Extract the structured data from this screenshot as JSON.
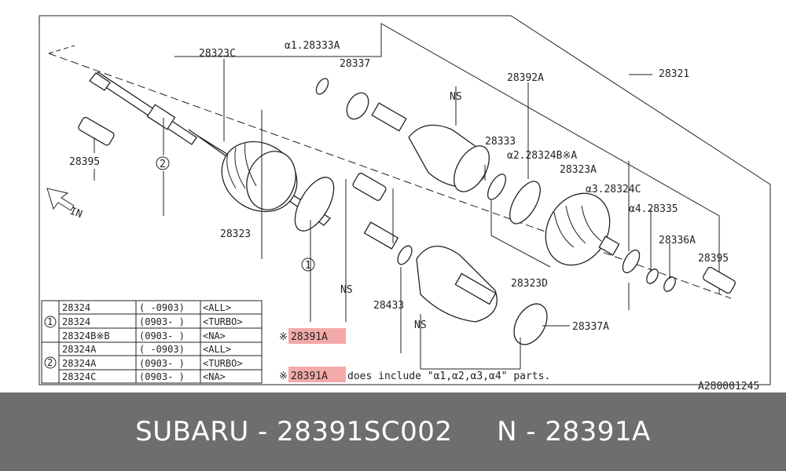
{
  "diagram": {
    "labels": {
      "p28323C": "28323C",
      "a1": "α1.28333A",
      "p28337": "28337",
      "ns1": "NS",
      "p28392A": "28392A",
      "p28321": "28321",
      "p28333": "28333",
      "a2": "α2.28324B※A",
      "p28323A": "28323A",
      "a3": "α3.28324C",
      "a4": "α4.28335",
      "p28336A": "28336A",
      "p28395r": "28395",
      "p28395l": "28395",
      "c2": "2",
      "c1": "1",
      "inArrow": "IN",
      "p28323": "28323",
      "ns2": "NS",
      "p28433": "28433",
      "ns3": "NS",
      "p28323D": "28323D",
      "p28337A": "28337A",
      "ref": "A280001245"
    },
    "note1": {
      "prefix": "※",
      "code": "28391A"
    },
    "note2": {
      "prefix": "※",
      "code": "28391A",
      "text": "does include \"α1,α2,α3,α4\" parts."
    },
    "highlight_color": "#f4a9a9",
    "table": {
      "groups": [
        {
          "marker": "1",
          "rows": [
            [
              "28324",
              "( -0903)",
              "<ALL>"
            ],
            [
              "28324",
              "(0903- )",
              "<TURBO>"
            ],
            [
              "28324B※B",
              "(0903- )",
              "<NA>"
            ]
          ]
        },
        {
          "marker": "2",
          "rows": [
            [
              "28324A",
              "( -0903)",
              "<ALL>"
            ],
            [
              "28324A",
              "(0903- )",
              "<TURBO>"
            ],
            [
              "28324C",
              "(0903- )",
              "<NA>"
            ]
          ]
        }
      ]
    }
  },
  "footer": {
    "brand": "SUBARU",
    "sep1": " - ",
    "part_number": "28391SC002",
    "gap": "     ",
    "n_prefix": "N",
    "sep2": " - ",
    "n_number": "28391A"
  }
}
